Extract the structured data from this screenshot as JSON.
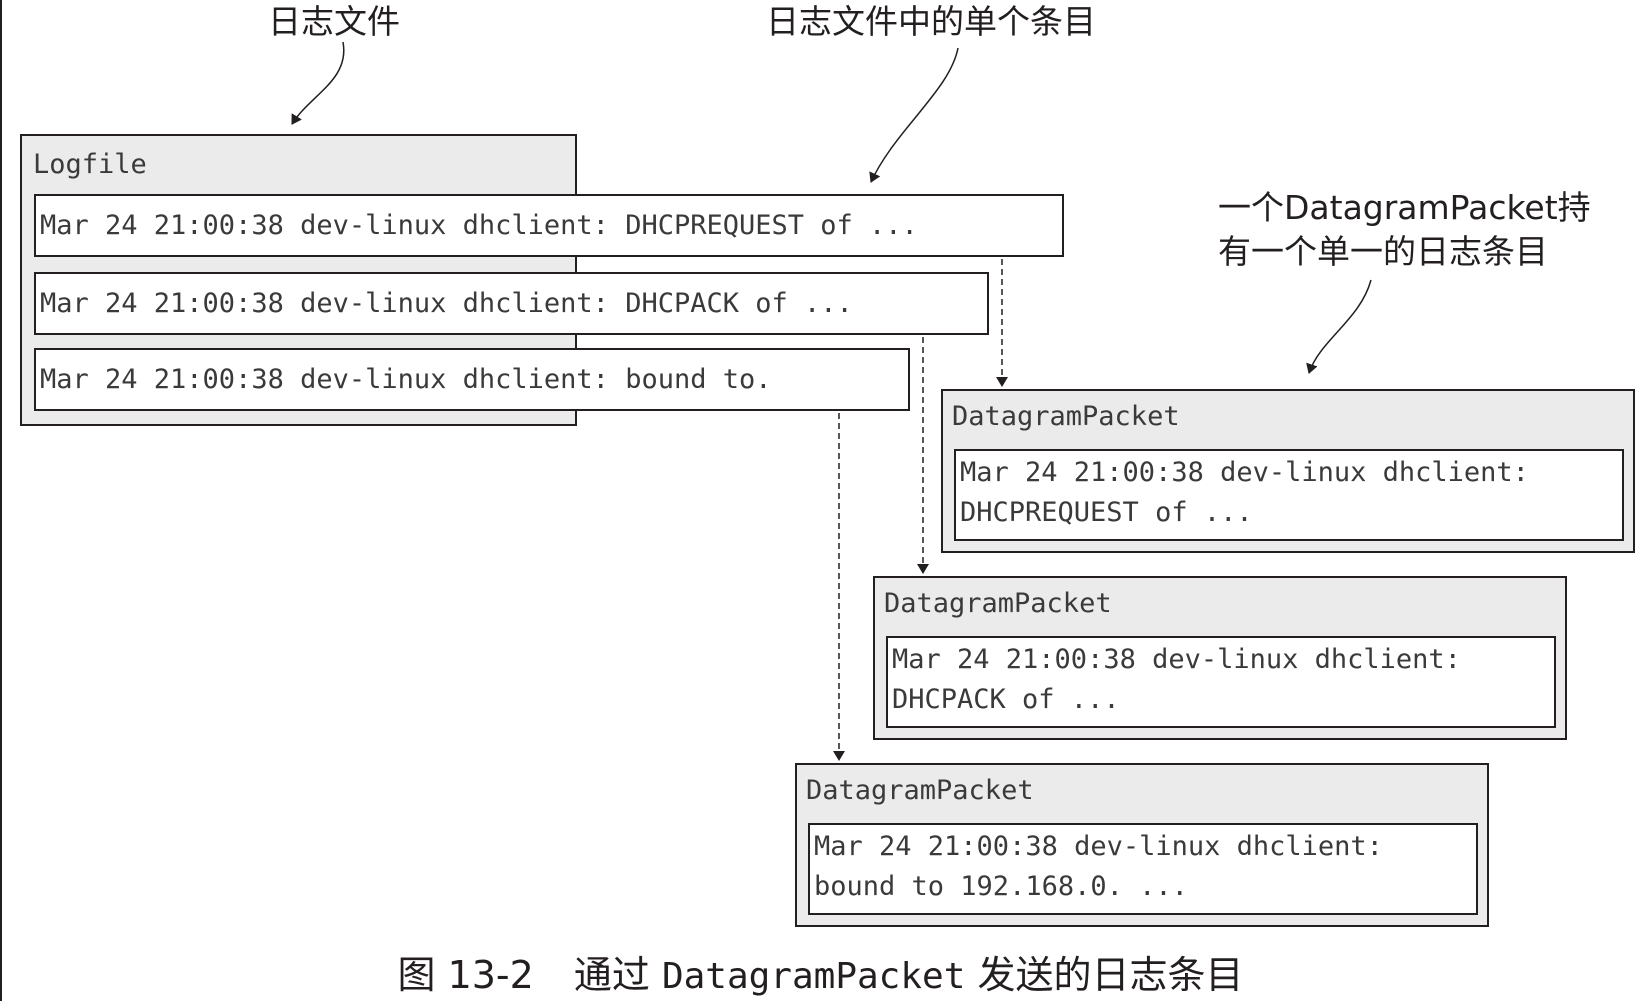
{
  "callouts": {
    "logfile": "日志文件",
    "entry": "日志文件中的单个条目",
    "packet_line1": "一个DatagramPacket持",
    "packet_line2": "有一个单一的日志条目"
  },
  "logfile": {
    "title": "Logfile",
    "entries": [
      "Mar 24 21:00:38 dev-linux dhclient: DHCPREQUEST of ...",
      "Mar 24 21:00:38 dev-linux dhclient: DHCPACK of ...",
      "Mar 24 21:00:38 dev-linux dhclient: bound to."
    ]
  },
  "packets": [
    {
      "title": "DatagramPacket",
      "line1": "Mar 24 21:00:38 dev-linux dhclient:",
      "line2": "DHCPREQUEST of ..."
    },
    {
      "title": "DatagramPacket",
      "line1": "Mar 24 21:00:38 dev-linux dhclient:",
      "line2": "DHCPACK of ..."
    },
    {
      "title": "DatagramPacket",
      "line1": "Mar 24 21:00:38 dev-linux dhclient:",
      "line2": "bound to 192.168.0. ..."
    }
  ],
  "caption": {
    "figure": "图 13-2",
    "prefix": "通过",
    "code": "DatagramPacket",
    "suffix": "发送的日志条目"
  }
}
